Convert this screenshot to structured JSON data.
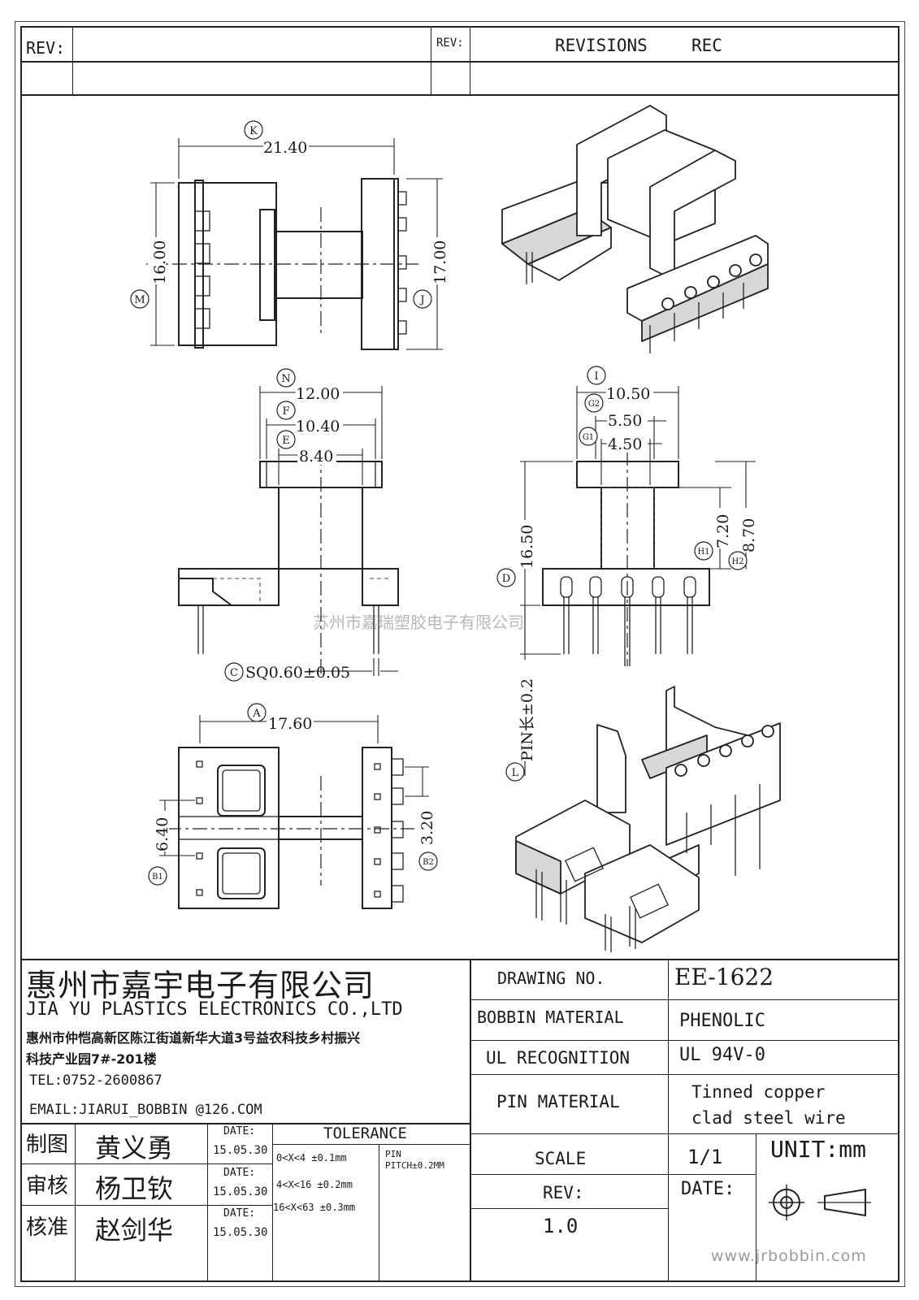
{
  "revision_block": {
    "rev_label_left": "REV:",
    "rev_label_right": "REV:",
    "revisions_label": "REVISIONS",
    "rec_label": "REC"
  },
  "dimensions": {
    "k": {
      "letter": "K",
      "value": "21.40"
    },
    "m": {
      "letter": "M",
      "value": "16.00"
    },
    "j": {
      "letter": "J",
      "value": "17.00"
    },
    "n": {
      "letter": "N",
      "value": "12.00"
    },
    "f": {
      "letter": "F",
      "value": "10.40"
    },
    "e": {
      "letter": "E",
      "value": "8.40"
    },
    "i": {
      "letter": "I",
      "value": "10.50"
    },
    "g2": {
      "letter": "G2",
      "value": "5.50"
    },
    "g1": {
      "letter": "G1",
      "value": "4.50"
    },
    "d": {
      "letter": "D",
      "value": "16.50"
    },
    "h1": {
      "letter": "H1",
      "value": "7.20"
    },
    "h2": {
      "letter": "H2",
      "value": "8.70"
    },
    "c": {
      "letter": "C",
      "value": "SQ0.60±0.05"
    },
    "a": {
      "letter": "A",
      "value": "17.60"
    },
    "b1": {
      "letter": "B1",
      "value": "6.40"
    },
    "b2": {
      "letter": "B2",
      "value": "3.20"
    },
    "l": {
      "letter": "L",
      "value": "PIN长±0.2"
    }
  },
  "watermark": {
    "center_text": "苏州市嘉瑞塑胶电子有限公司",
    "website": "www.jrbobbin.com"
  },
  "title_block": {
    "company_cn": "惠州市嘉宇电子有限公司",
    "company_en": "JIA YU PLASTICS ELECTRONICS CO.,LTD",
    "address_line1": "惠州市仲恺高新区陈江街道新华大道3号益农科技乡村振兴",
    "address_line2": "科技产业园7#-201楼",
    "tel": "TEL:0752-2600867",
    "email": "EMAIL:JIARUI_BOBBIN @126.COM",
    "drawing_no_label": "DRAWING  NO.",
    "drawing_no": "EE-1622",
    "bobbin_material_label": "BOBBIN  MATERIAL",
    "bobbin_material": "PHENOLIC",
    "ul_label": "UL RECOGNITION",
    "ul_value": "UL 94V-0",
    "pin_material_label": "PIN MATERIAL",
    "pin_material_line1": "Tinned copper",
    "pin_material_line2": "clad steel wire",
    "scale_label": "SCALE",
    "scale_value": "1/1",
    "unit": "UNIT:mm",
    "rev_label": "REV:",
    "rev_value": "1.0",
    "date_label": "DATE:",
    "tolerance_label": "TOLERANCE",
    "tolerance_rows": [
      "0<X<4  ±0.1mm",
      "4<X<16 ±0.2mm",
      "16<X<63 ±0.3mm"
    ],
    "pin_pitch_line1": "PIN",
    "pin_pitch_line2": "PITCH±0.2MM",
    "approvals": [
      {
        "role": "制图",
        "name": "黄义勇",
        "date_label": "DATE:",
        "date": "15.05.30"
      },
      {
        "role": "审核",
        "name": "杨卫钦",
        "date_label": "DATE:",
        "date": "15.05.30"
      },
      {
        "role": "核准",
        "name": "赵剑华",
        "date_label": "DATE:",
        "date": "15.05.30"
      }
    ]
  }
}
